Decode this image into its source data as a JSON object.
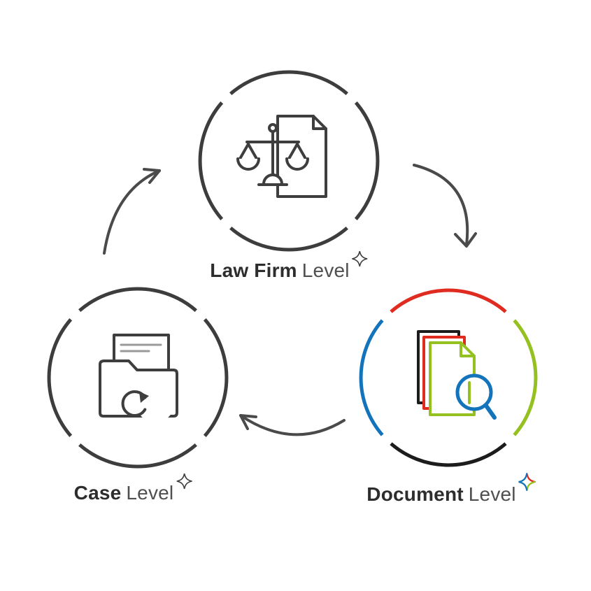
{
  "labels": {
    "law_firm": {
      "bold": "Law Firm",
      "regular": "Level"
    },
    "case": {
      "bold": "Case",
      "regular": "Level"
    },
    "document": {
      "bold": "Document",
      "regular": "Level"
    }
  },
  "icons": {
    "law_firm": "scales-of-justice-with-document",
    "case": "folder-with-sync-arrow",
    "document": "document-stack-with-magnifier",
    "sparkle": "four-point-star",
    "sparkle_colored": "four-point-star-multicolor"
  },
  "colors": {
    "circle_gray": "#3d3d3d",
    "icon_gray": "#3e3e3e",
    "arrow_gray": "#4a4a4a",
    "paper_line_gray": "#9a9a9a",
    "red": "#e02b20",
    "green": "#94c11f",
    "blue": "#1474bb",
    "black": "#1c1c1c",
    "text_bold": "#2d2d2d",
    "text_regular": "#4f4f4f"
  }
}
